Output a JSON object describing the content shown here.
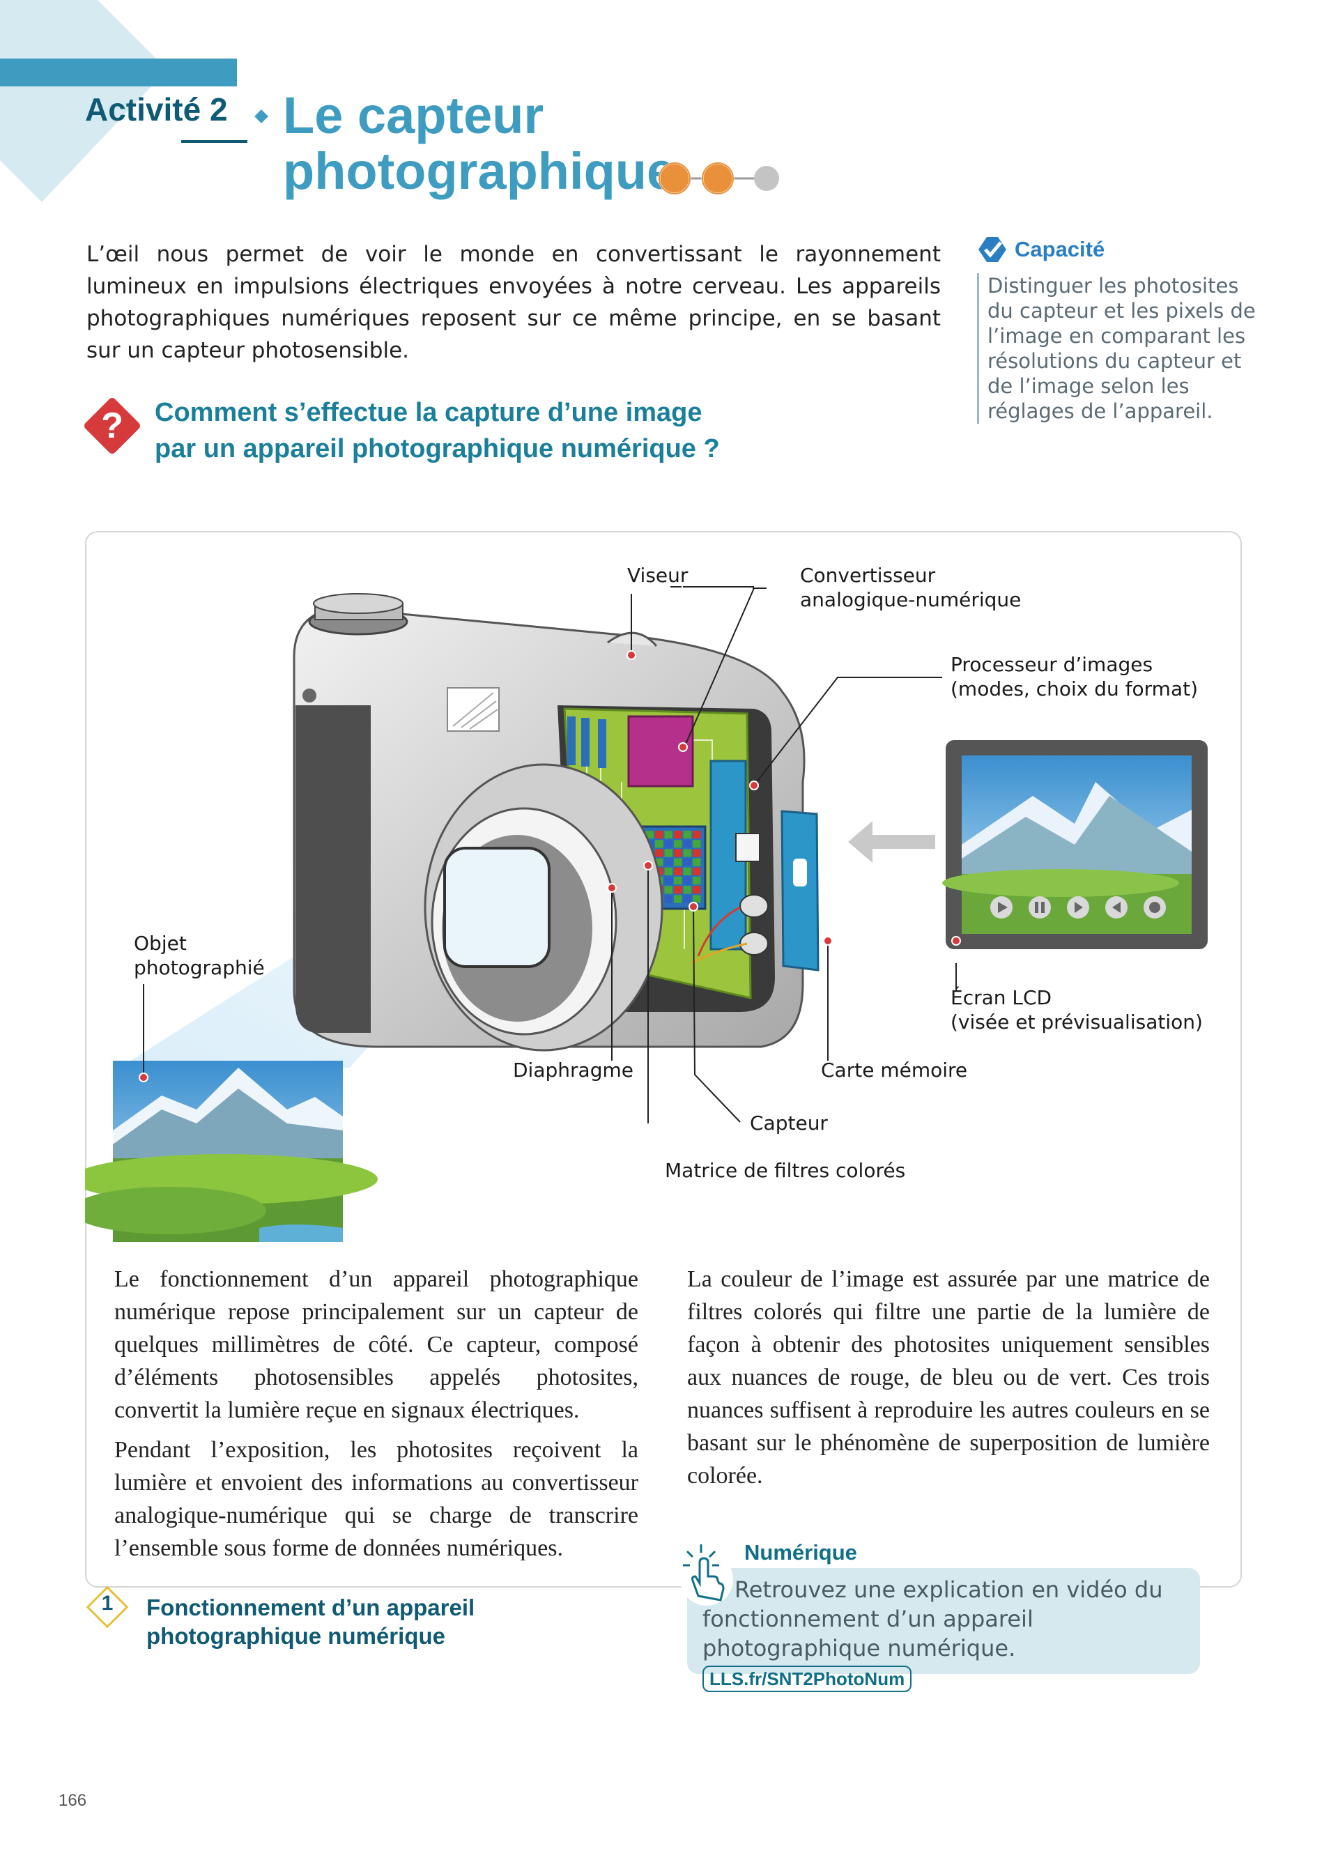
{
  "header": {
    "activity_label": "Activité 2",
    "title_line1": "Le capteur",
    "title_line2": "photographique"
  },
  "intro": {
    "text": "L’œil nous permet de voir le monde en convertissant le rayonnement lumineux en impulsions électriques envoyées à notre cerveau. Les appareils photographiques numériques reposent sur ce même principe, en se basant sur un capteur photosensible."
  },
  "capacite": {
    "title": "Capacité",
    "text": "Distinguer les photosites du capteur et les pixels de l’image en comparant les résolutions du capteur et de l’image selon les réglages de l’appareil."
  },
  "question": {
    "line1": "Comment s’effectue la capture d’une image",
    "line2": "par un appareil photographique numérique ?"
  },
  "figure": {
    "labels": {
      "viseur": "Viseur",
      "convertisseur_1": "Convertisseur",
      "convertisseur_2": "analogique-numérique",
      "processeur_1": "Processeur d’images",
      "processeur_2": "(modes, choix du format)",
      "objet_1": "Objet",
      "objet_2": "photographié",
      "ecran_1": "Écran LCD",
      "ecran_2": "(visée et prévisualisation)",
      "diaphragme": "Diaphragme",
      "carte": "Carte mémoire",
      "capteur": "Capteur",
      "matrice": "Matrice de filtres colorés"
    },
    "number": "1",
    "caption_line1": "Fonctionnement d’un appareil",
    "caption_line2": "photographique numérique"
  },
  "body": {
    "left_p1": "Le fonctionnement d’un appareil photographique numérique repose principalement sur un capteur de quelques millimètres de côté. Ce capteur, composé d’éléments photosensibles appelés photosites, convertit la lumière reçue en signaux électriques.",
    "left_p2": "Pendant l’exposition, les photosites reçoivent la lumière et envoient des informations au convertisseur analogique-numérique qui se charge de transcrire l’ensemble sous forme de données numériques.",
    "right_p1": "La couleur de l’image est assurée par une matrice de filtres colorés qui filtre une partie de la lumière de façon à obtenir des photosites uniquement sensibles aux nuances de rouge, de bleu ou de vert. Ces trois nuances suffisent à reproduire les autres couleurs en se basant sur le phénomène de superposition de lumière colorée."
  },
  "numerique": {
    "title": "Numérique",
    "text": "Retrouvez une explication en vidéo du fonctionnement d’un appareil photographique numérique.",
    "link": "LLS.fr/SNT2PhotoNum"
  },
  "page_number": "166",
  "colors": {
    "accent": "#3d9cbf",
    "dark_teal": "#0f5a74",
    "question_red": "#d63a3a",
    "level_orange": "#e8913a",
    "level_grey": "#c4c4c4"
  }
}
